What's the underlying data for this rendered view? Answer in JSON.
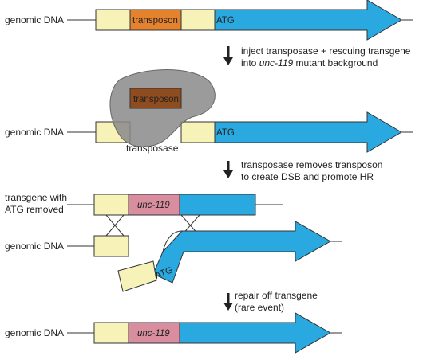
{
  "labels": {
    "genomic_dna": "genomic DNA",
    "transgene_line1": "transgene with",
    "transgene_line2": "ATG removed",
    "transposon": "transposon",
    "transposase": "transposase",
    "atg": "ATG",
    "unc119": "unc-119"
  },
  "steps": {
    "step1_line1": "inject transposase + rescuing transgene",
    "step1_line2_pre": "into ",
    "step1_line2_ital": "unc-119",
    "step1_line2_post": " mutant background",
    "step2_line1": "transposase removes transposon",
    "step2_line2": "to create DSB and promote HR",
    "step3_line1": "repair off transgene",
    "step3_line2": "(rare event)"
  },
  "colors": {
    "yellow": "#f6f2b8",
    "orange": "#e4822e",
    "brown": "#8f4c1e",
    "pink": "#d98ea0",
    "blue": "#2aa9e0",
    "gray_blob": "#8a8a8a",
    "line": "#333333"
  }
}
